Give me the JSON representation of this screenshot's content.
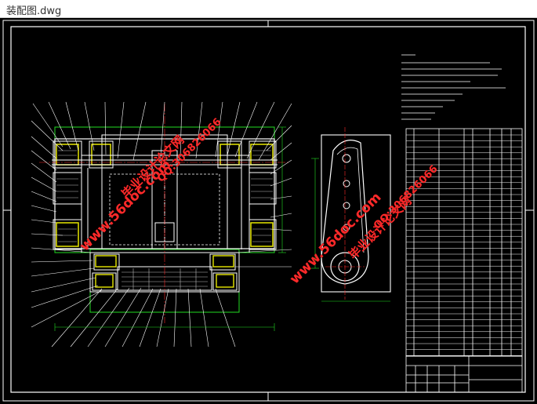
{
  "window": {
    "title": "装配图.dwg"
  },
  "watermarks": {
    "site": "www.56doc.com",
    "brand": "毕业设计论文网",
    "qq": "QQ:306826066",
    "color": "#ff2a2a"
  },
  "drawing": {
    "line_color": "#ffffff",
    "accent_yellow": "#e8e800",
    "accent_green": "#22dd22",
    "accent_red": "#ff2a2a",
    "background": "#000000"
  }
}
